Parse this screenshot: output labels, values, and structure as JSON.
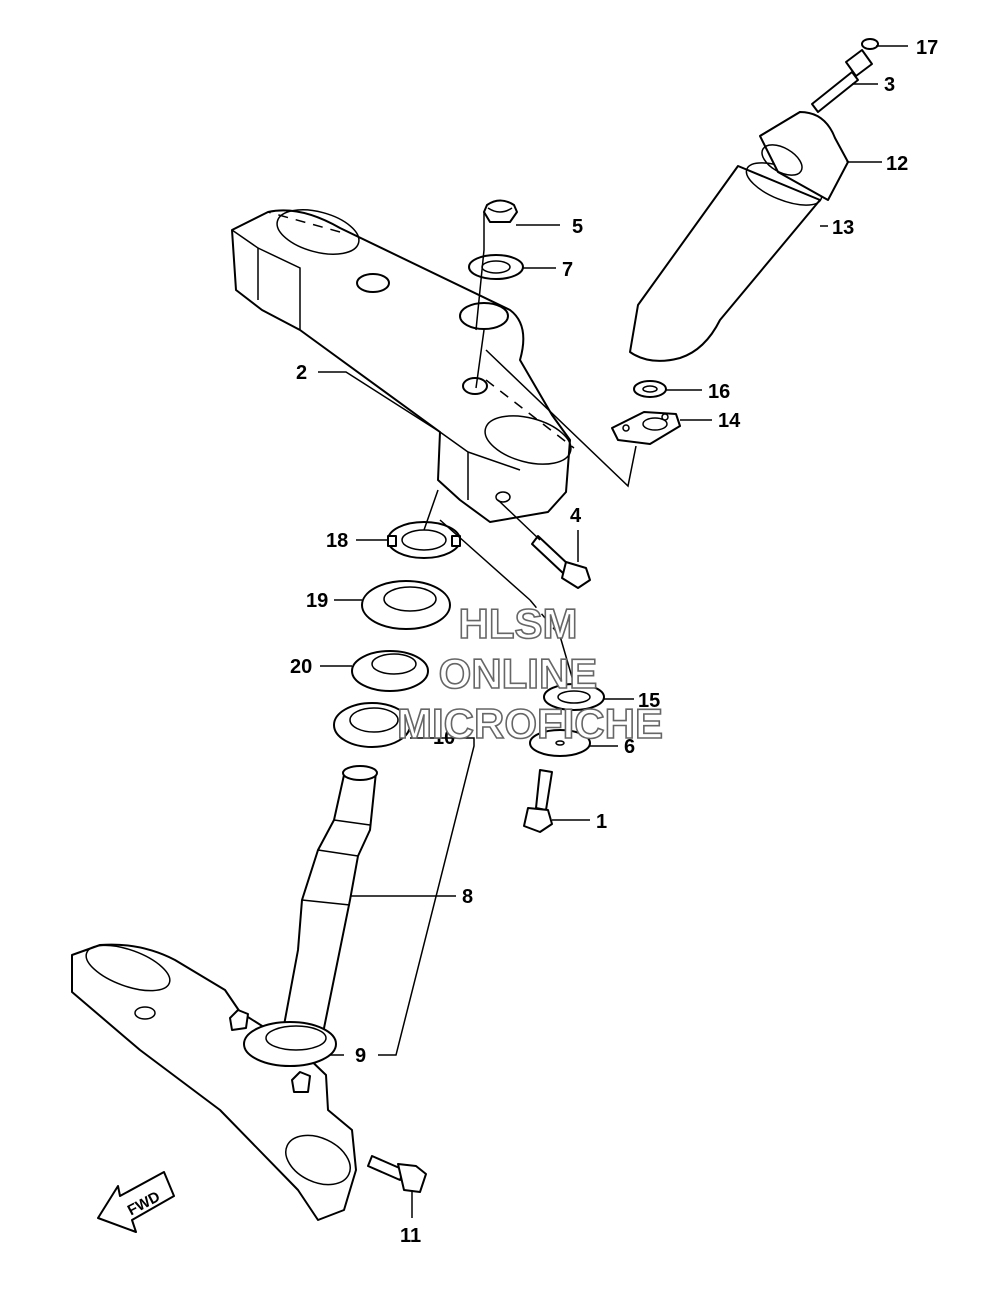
{
  "diagram": {
    "callouts": [
      {
        "id": "c17",
        "label": "17"
      },
      {
        "id": "c3",
        "label": "3"
      },
      {
        "id": "c12",
        "label": "12"
      },
      {
        "id": "c13",
        "label": "13"
      },
      {
        "id": "c5",
        "label": "5"
      },
      {
        "id": "c7",
        "label": "7"
      },
      {
        "id": "c2",
        "label": "2"
      },
      {
        "id": "c16",
        "label": "16"
      },
      {
        "id": "c14",
        "label": "14"
      },
      {
        "id": "c4",
        "label": "4"
      },
      {
        "id": "c18",
        "label": "18"
      },
      {
        "id": "c19",
        "label": "19"
      },
      {
        "id": "c20",
        "label": "20"
      },
      {
        "id": "c15",
        "label": "15"
      },
      {
        "id": "c10",
        "label": "10"
      },
      {
        "id": "c6",
        "label": "6"
      },
      {
        "id": "c1",
        "label": "1"
      },
      {
        "id": "c8",
        "label": "8"
      },
      {
        "id": "c9",
        "label": "9"
      },
      {
        "id": "c11",
        "label": "11"
      }
    ],
    "direction_badge": "FWD",
    "watermark": [
      "HLSM",
      "ONLINE",
      "MICROFICHE"
    ]
  }
}
